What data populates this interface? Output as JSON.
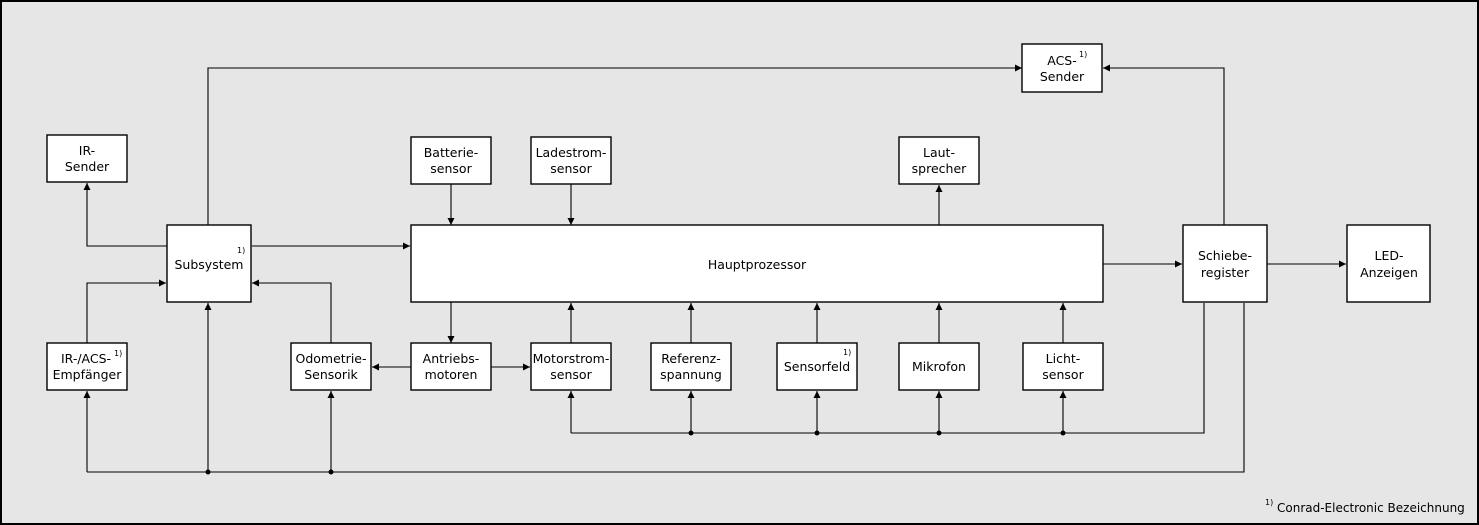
{
  "blocks": {
    "acs_sender": {
      "line1": "ACS-",
      "line2": "Sender",
      "note": "1)"
    },
    "ir_sender": {
      "line1": "IR-",
      "line2": "Sender"
    },
    "battery_sensor": {
      "line1": "Batterie-",
      "line2": "sensor"
    },
    "charge_current_sensor": {
      "line1": "Ladestrom-",
      "line2": "sensor"
    },
    "speaker": {
      "line1": "Laut-",
      "line2": "sprecher"
    },
    "subsystem": {
      "line1": "Subsystem",
      "note": "1)"
    },
    "main_processor": {
      "line1": "Hauptprozessor"
    },
    "shift_register": {
      "line1": "Schiebe-",
      "line2": "register"
    },
    "led_displays": {
      "line1": "LED-",
      "line2": "Anzeigen"
    },
    "ir_acs_receiver": {
      "line1": "IR-/ACS-",
      "line2": "Empfänger",
      "note": "1)"
    },
    "odometry_sensors": {
      "line1": "Odometrie-",
      "line2": "Sensorik"
    },
    "drive_motors": {
      "line1": "Antriebs-",
      "line2": "motoren"
    },
    "motor_current_sensor": {
      "line1": "Motorstrom-",
      "line2": "sensor"
    },
    "reference_voltage": {
      "line1": "Referenz-",
      "line2": "spannung"
    },
    "sensor_field": {
      "line1": "Sensorfeld",
      "note": "1)"
    },
    "microphone": {
      "line1": "Mikrofon"
    },
    "light_sensor": {
      "line1": "Licht-",
      "line2": "sensor"
    }
  },
  "footnote": {
    "marker": "1)",
    "text": "Conrad-Electronic Bezeichnung"
  }
}
